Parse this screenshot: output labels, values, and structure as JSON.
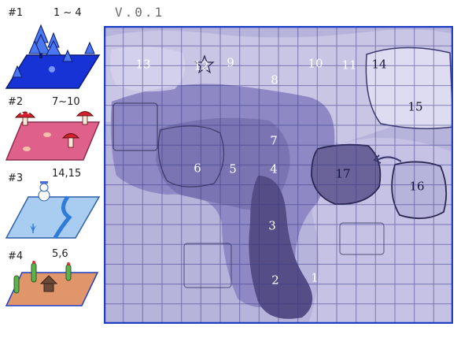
{
  "version": "V.0.1",
  "legend": [
    {
      "number": "#1",
      "range": "1 ~ 4",
      "icon": "tree-icon",
      "color": "#1733d6"
    },
    {
      "number": "#2",
      "range": "7~10",
      "icon": "mushroom-icon",
      "color": "#e0608c"
    },
    {
      "number": "#3",
      "range": "14,15",
      "icon": "snowman-icon",
      "color": "#a9cdf0"
    },
    {
      "number": "#4",
      "range": "5,6",
      "icon": "cactus-icon",
      "color": "#e0966a"
    }
  ],
  "zones": [
    {
      "id": "1",
      "label": "1",
      "style": "light"
    },
    {
      "id": "2",
      "label": "2",
      "style": "light"
    },
    {
      "id": "3",
      "label": "3",
      "style": "light"
    },
    {
      "id": "4",
      "label": "4",
      "style": "light"
    },
    {
      "id": "5",
      "label": "5",
      "style": "light"
    },
    {
      "id": "6",
      "label": "6",
      "style": "light"
    },
    {
      "id": "7",
      "label": "7",
      "style": "light"
    },
    {
      "id": "8",
      "label": "8",
      "style": "light"
    },
    {
      "id": "9",
      "label": "9",
      "style": "light"
    },
    {
      "id": "10",
      "label": "10",
      "style": "light"
    },
    {
      "id": "11",
      "label": "11",
      "style": "light"
    },
    {
      "id": "12",
      "label": "12",
      "style": "light"
    },
    {
      "id": "13",
      "label": "13",
      "style": "light"
    },
    {
      "id": "14",
      "label": "14",
      "style": "dark"
    },
    {
      "id": "15",
      "label": "15",
      "style": "dark"
    },
    {
      "id": "16",
      "label": "16",
      "style": "dark"
    },
    {
      "id": "17",
      "label": "17",
      "style": "dark"
    }
  ],
  "colors": {
    "grid_border": "#1f3fc4",
    "grid_line": "#3a3a8a",
    "map_base": "#b7b4dc",
    "region_mid": "#8e89c4",
    "region_dark": "#6a6399",
    "region_deep": "#544d86",
    "region_light": "#cfcbe8"
  }
}
